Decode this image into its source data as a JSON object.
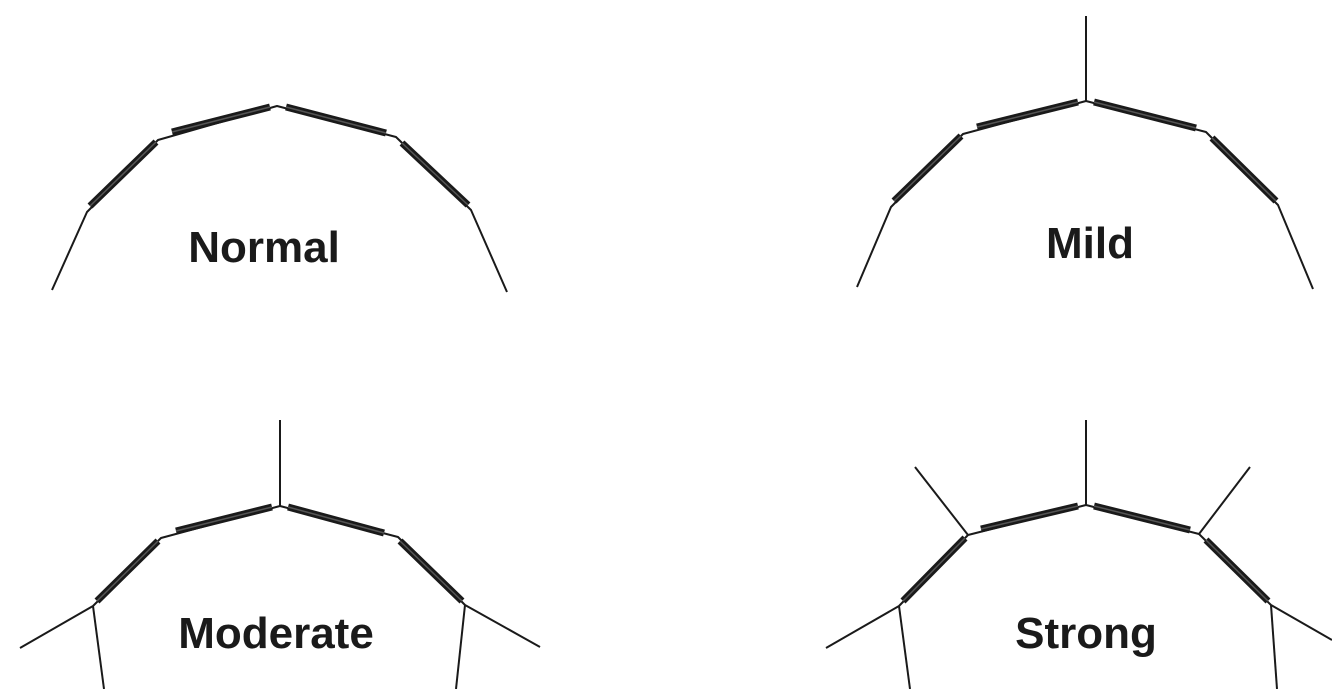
{
  "panels": [
    {
      "label": "Normal"
    },
    {
      "label": "Mild"
    },
    {
      "label": "Moderate"
    },
    {
      "label": "Strong"
    }
  ],
  "colors": {
    "background": "#ffffff",
    "ink": "#1a1a1a",
    "shell_inner": "#555555"
  }
}
